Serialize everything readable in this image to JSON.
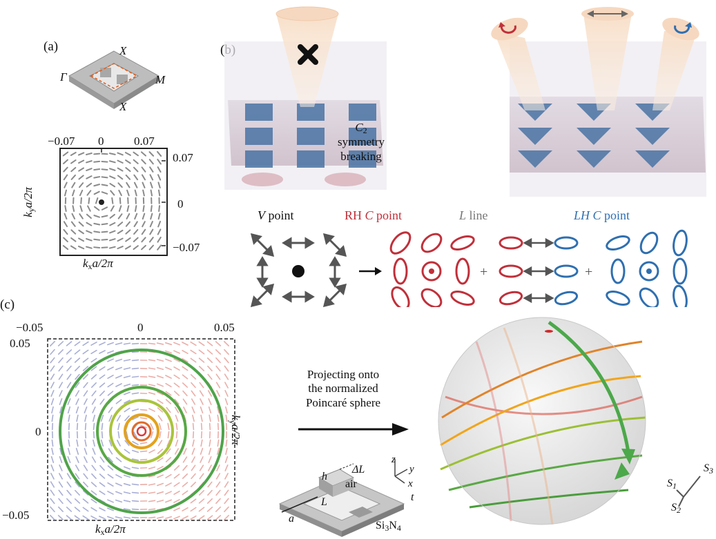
{
  "panels": {
    "a": "(a)",
    "b": "(b)",
    "c": "(c)"
  },
  "panel_a": {
    "bz_labels": {
      "gamma": "Γ",
      "x_top": "X",
      "m": "M",
      "x_bottom": "X"
    },
    "top_ticks": [
      "−0.07",
      "0",
      "0.07"
    ],
    "right_ticks": [
      "0.07",
      "0",
      "−0.07"
    ],
    "xlabel": "k",
    "xlabel_sub": "x",
    "xlabel_rest": "a/2π",
    "ylabel": "k",
    "ylabel_sub": "y",
    "ylabel_rest": "a/2π"
  },
  "panel_b": {
    "symmetry_c": "C",
    "symmetry_sub": "2",
    "symmetry_line2": "symmetry",
    "symmetry_line3": "breaking",
    "v_point_italic": "V",
    "v_point_rest": " point",
    "rh_prefix": "RH ",
    "rh_c": "C",
    "rh_rest": " point",
    "l_italic": "L",
    "l_rest": " line",
    "lh_label": "LH C",
    "lh_rest": " point",
    "plus": "+",
    "colors": {
      "red": "#c0303a",
      "blue": "#2f6fb0",
      "gray": "#777777"
    }
  },
  "panel_c": {
    "top_ticks": [
      "−0.05",
      "0",
      "0.05"
    ],
    "left_ticks": [
      "0.05",
      "0",
      "−0.05"
    ],
    "xlabel": "k",
    "xlabel_sub": "x",
    "xlabel_rest": "a/2π",
    "ylabel": "k",
    "ylabel_sub": "y",
    "ylabel_rest": "a/2π",
    "projecting_line1": "Projecting onto",
    "projecting_line2": "the normalized",
    "projecting_line3": "Poincaré sphere",
    "structure_labels": {
      "h": "h",
      "dL": "ΔL",
      "air": "air",
      "L": "L",
      "a": "a",
      "t": "t",
      "si": "Si",
      "si_sub1": "3",
      "n": "N",
      "si_sub2": "4"
    },
    "axes": {
      "z": "z",
      "y": "y",
      "x": "x"
    },
    "stokes": {
      "s1": "S",
      "s1_sub": "1",
      "s2": "S",
      "s2_sub": "2",
      "s3": "S",
      "s3_sub": "3"
    }
  }
}
